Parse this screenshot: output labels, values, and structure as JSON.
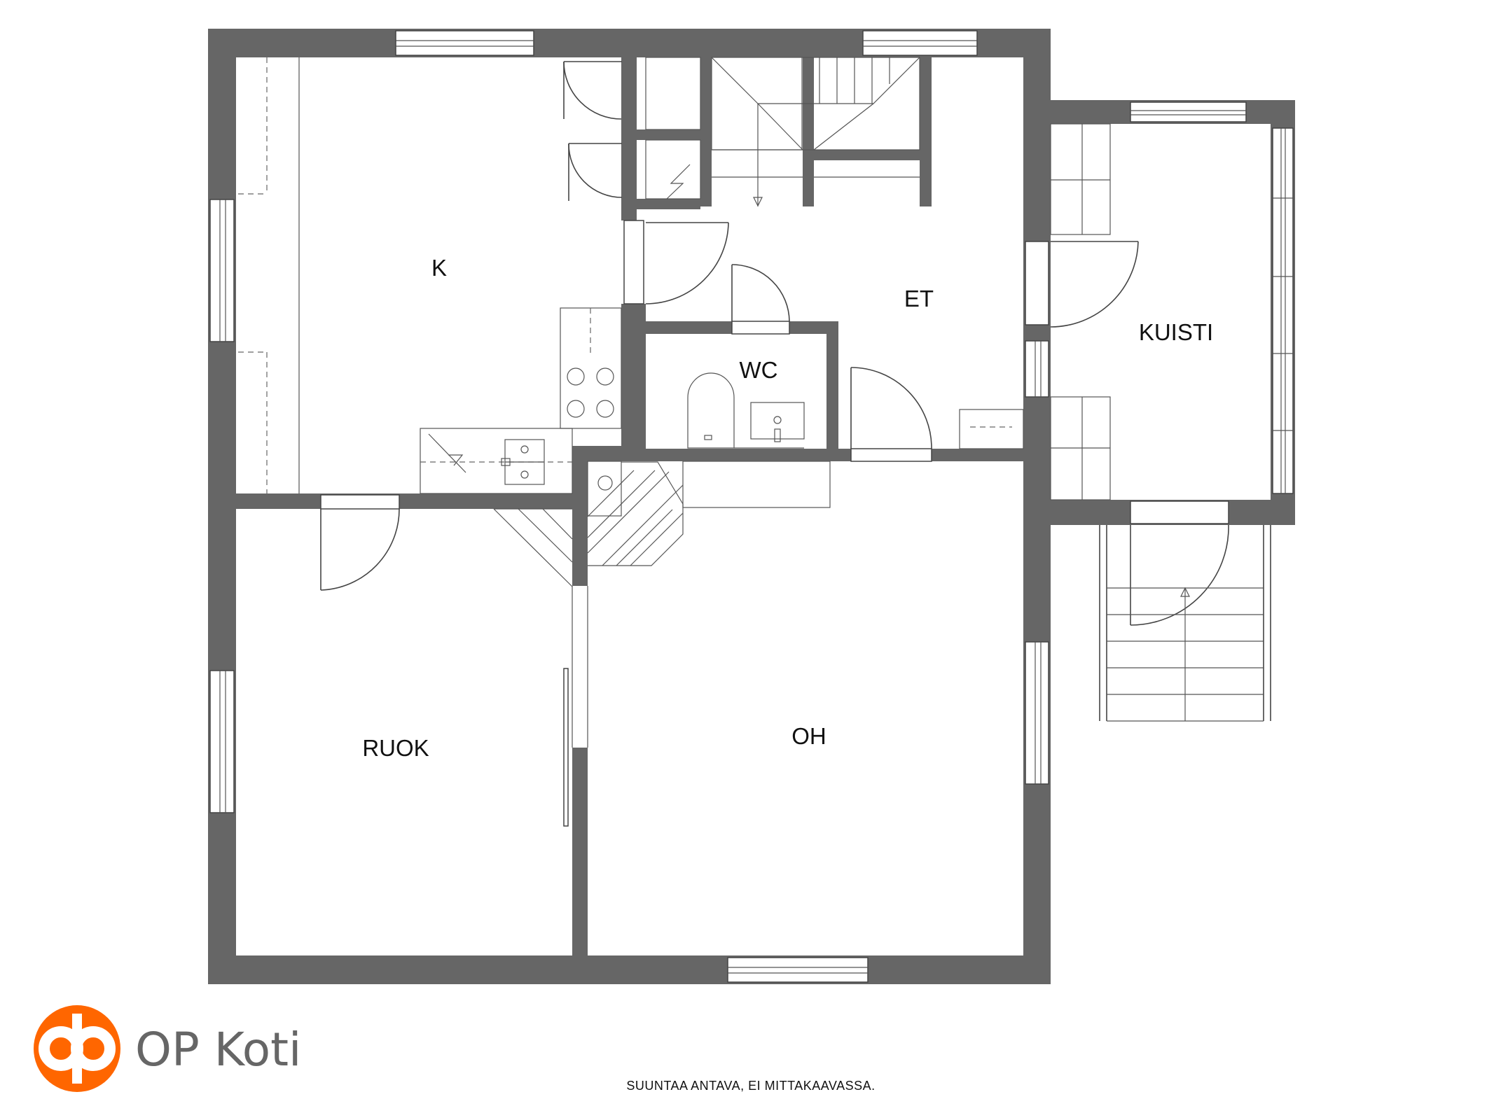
{
  "rooms": {
    "kitchen": "K",
    "entrance": "ET",
    "wc": "WC",
    "porch": "KUISTI",
    "dining": "RUOK",
    "living": "OH"
  },
  "brand": {
    "name": "OP Koti",
    "logo_color": "#FF6600",
    "text_color": "#666666"
  },
  "disclaimer": "SUUNTAA ANTAVA, EI MITTAKAAVASSA.",
  "colors": {
    "wall": "#666666",
    "background": "#FFFFFF"
  }
}
